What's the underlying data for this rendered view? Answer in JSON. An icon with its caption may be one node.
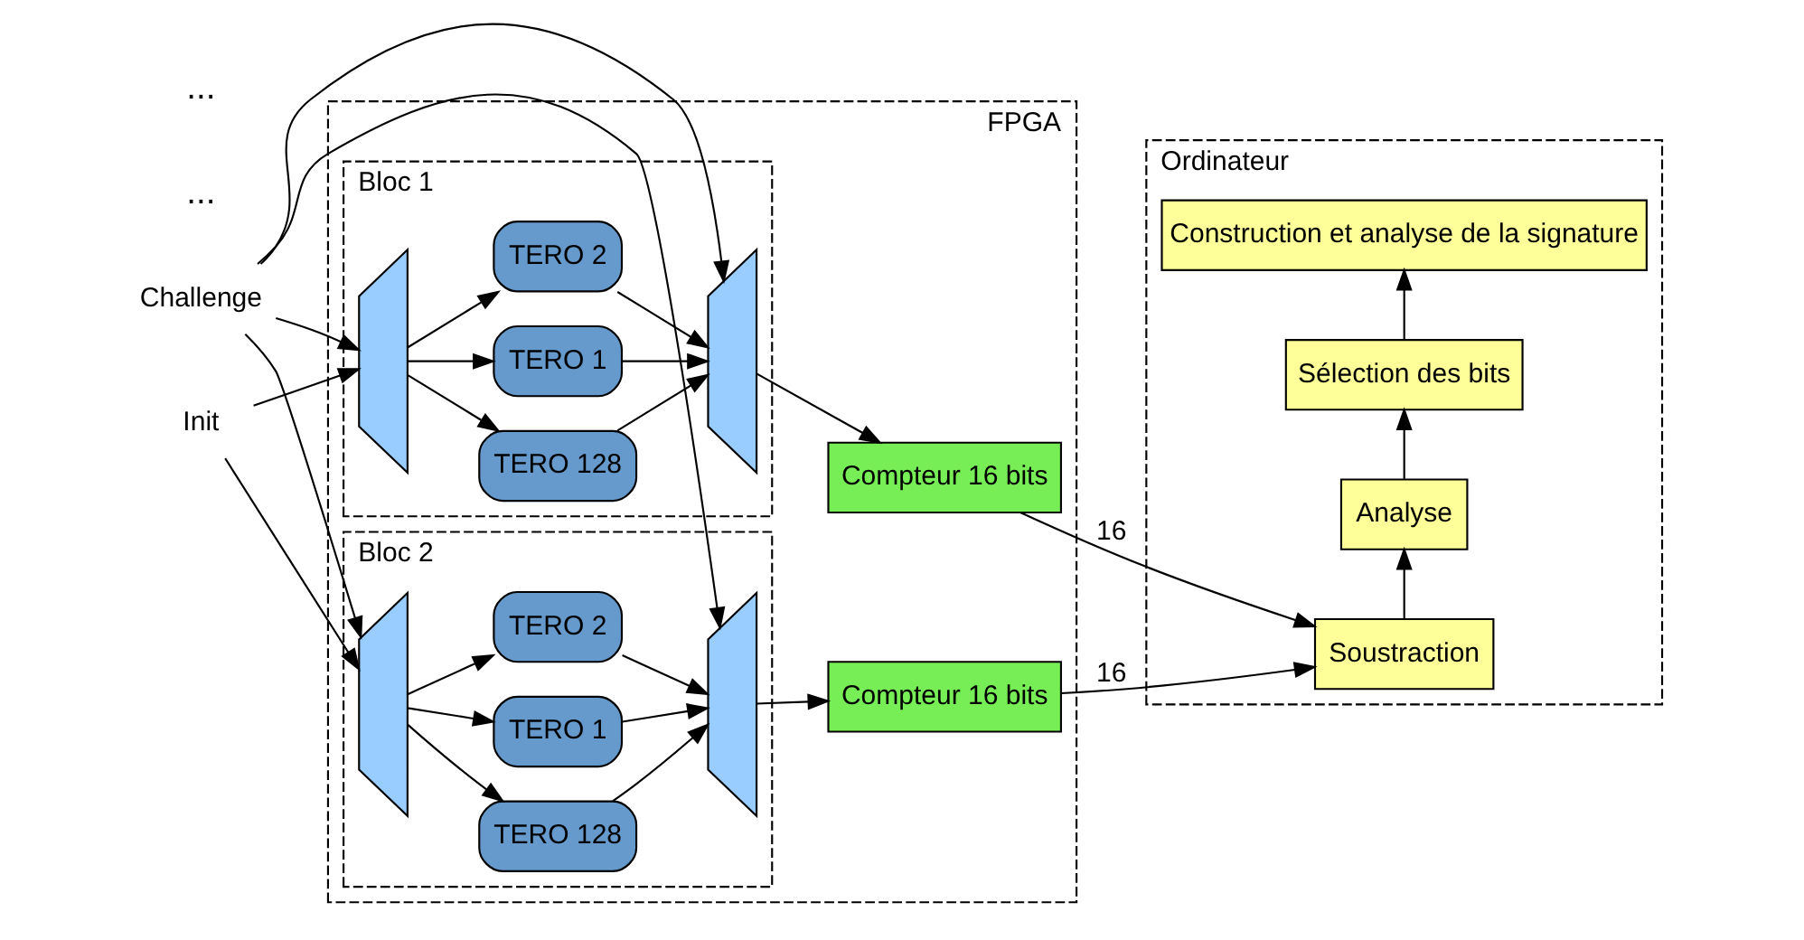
{
  "diagram": {
    "nodes": [
      {
        "text": [
          "FPGA"
        ]
      },
      {
        "text": [
          "Bloc 1"
        ],
        "in": 0
      },
      {
        "text": [],
        "shape": "trapezoid",
        "in": 1
      },
      {
        "text": [
          "TERO 1"
        ],
        "in": 1
      },
      {
        "text": [
          "TERO 2"
        ],
        "in": 1
      },
      {
        "text": [
          "TERO 128"
        ],
        "in": 1
      },
      {
        "text": [],
        "shape": "trapezoid",
        "in": 1
      },
      {
        "text": [
          "Bloc 2"
        ],
        "in": 0
      },
      {
        "text": [],
        "shape": "trapezoid",
        "in": 7
      },
      {
        "text": [
          "TERO 1"
        ],
        "in": 7
      },
      {
        "text": [
          "TERO 2"
        ],
        "in": 7
      },
      {
        "text": [
          "TERO 128"
        ],
        "in": 7
      },
      {
        "text": [],
        "shape": "trapezoid",
        "in": 7
      },
      {
        "text": [
          "Compteur 16 bits"
        ],
        "in": 0
      },
      {
        "text": [
          "Compteur 16 bits"
        ],
        "in": 0
      },
      {
        "text": [
          "Ordinateur"
        ]
      },
      {
        "text": [
          "Soustraction"
        ],
        "in": 15
      },
      {
        "text": [
          "Analyse"
        ],
        "in": 15
      },
      {
        "text": [
          "Sélection des bits"
        ],
        "in": 15
      },
      {
        "text": [
          "Construction et analyse de la signature"
        ],
        "in": 15
      },
      {
        "text": [
          "Init"
        ]
      },
      {
        "text": [
          "Challenge"
        ]
      }
    ],
    "edges": [
      {
        "from": 20,
        "to": 2,
        "arrow": "to"
      },
      {
        "from": 20,
        "to": 8,
        "arrow": "to"
      },
      {
        "from": 21,
        "to": 2,
        "arrow": "to"
      },
      {
        "from": 21,
        "to": 8,
        "arrow": "to"
      },
      {
        "from": 21,
        "to": 6,
        "arrow": "to"
      },
      {
        "from": 21,
        "to": 12,
        "arrow": "to"
      },
      {
        "from": 2,
        "to": 3,
        "arrow": "to"
      },
      {
        "from": 2,
        "to": 4,
        "arrow": "to"
      },
      {
        "from": 2,
        "to": 5,
        "arrow": "to"
      },
      {
        "from": 3,
        "to": 6,
        "arrow": "to"
      },
      {
        "from": 4,
        "to": 6,
        "arrow": "to"
      },
      {
        "from": 5,
        "to": 6,
        "arrow": "to"
      },
      {
        "from": 8,
        "to": 9,
        "arrow": "to"
      },
      {
        "from": 8,
        "to": 10,
        "arrow": "to"
      },
      {
        "from": 8,
        "to": 11,
        "arrow": "to"
      },
      {
        "from": 9,
        "to": 12,
        "arrow": "to"
      },
      {
        "from": 10,
        "to": 12,
        "arrow": "to"
      },
      {
        "from": 11,
        "to": 12,
        "arrow": "to"
      },
      {
        "from": 6,
        "to": 13,
        "arrow": "to"
      },
      {
        "from": 12,
        "to": 14,
        "arrow": "to"
      },
      {
        "from": 13,
        "to": 16,
        "arrow": "to",
        "label": "16"
      },
      {
        "from": 14,
        "to": 16,
        "arrow": "to",
        "label": "16"
      },
      {
        "from": 16,
        "to": 17,
        "arrow": "to"
      },
      {
        "from": 17,
        "to": 18,
        "arrow": "to"
      },
      {
        "from": 18,
        "to": 19,
        "arrow": "to"
      }
    ],
    "labels": [
      "...",
      "..."
    ]
  }
}
